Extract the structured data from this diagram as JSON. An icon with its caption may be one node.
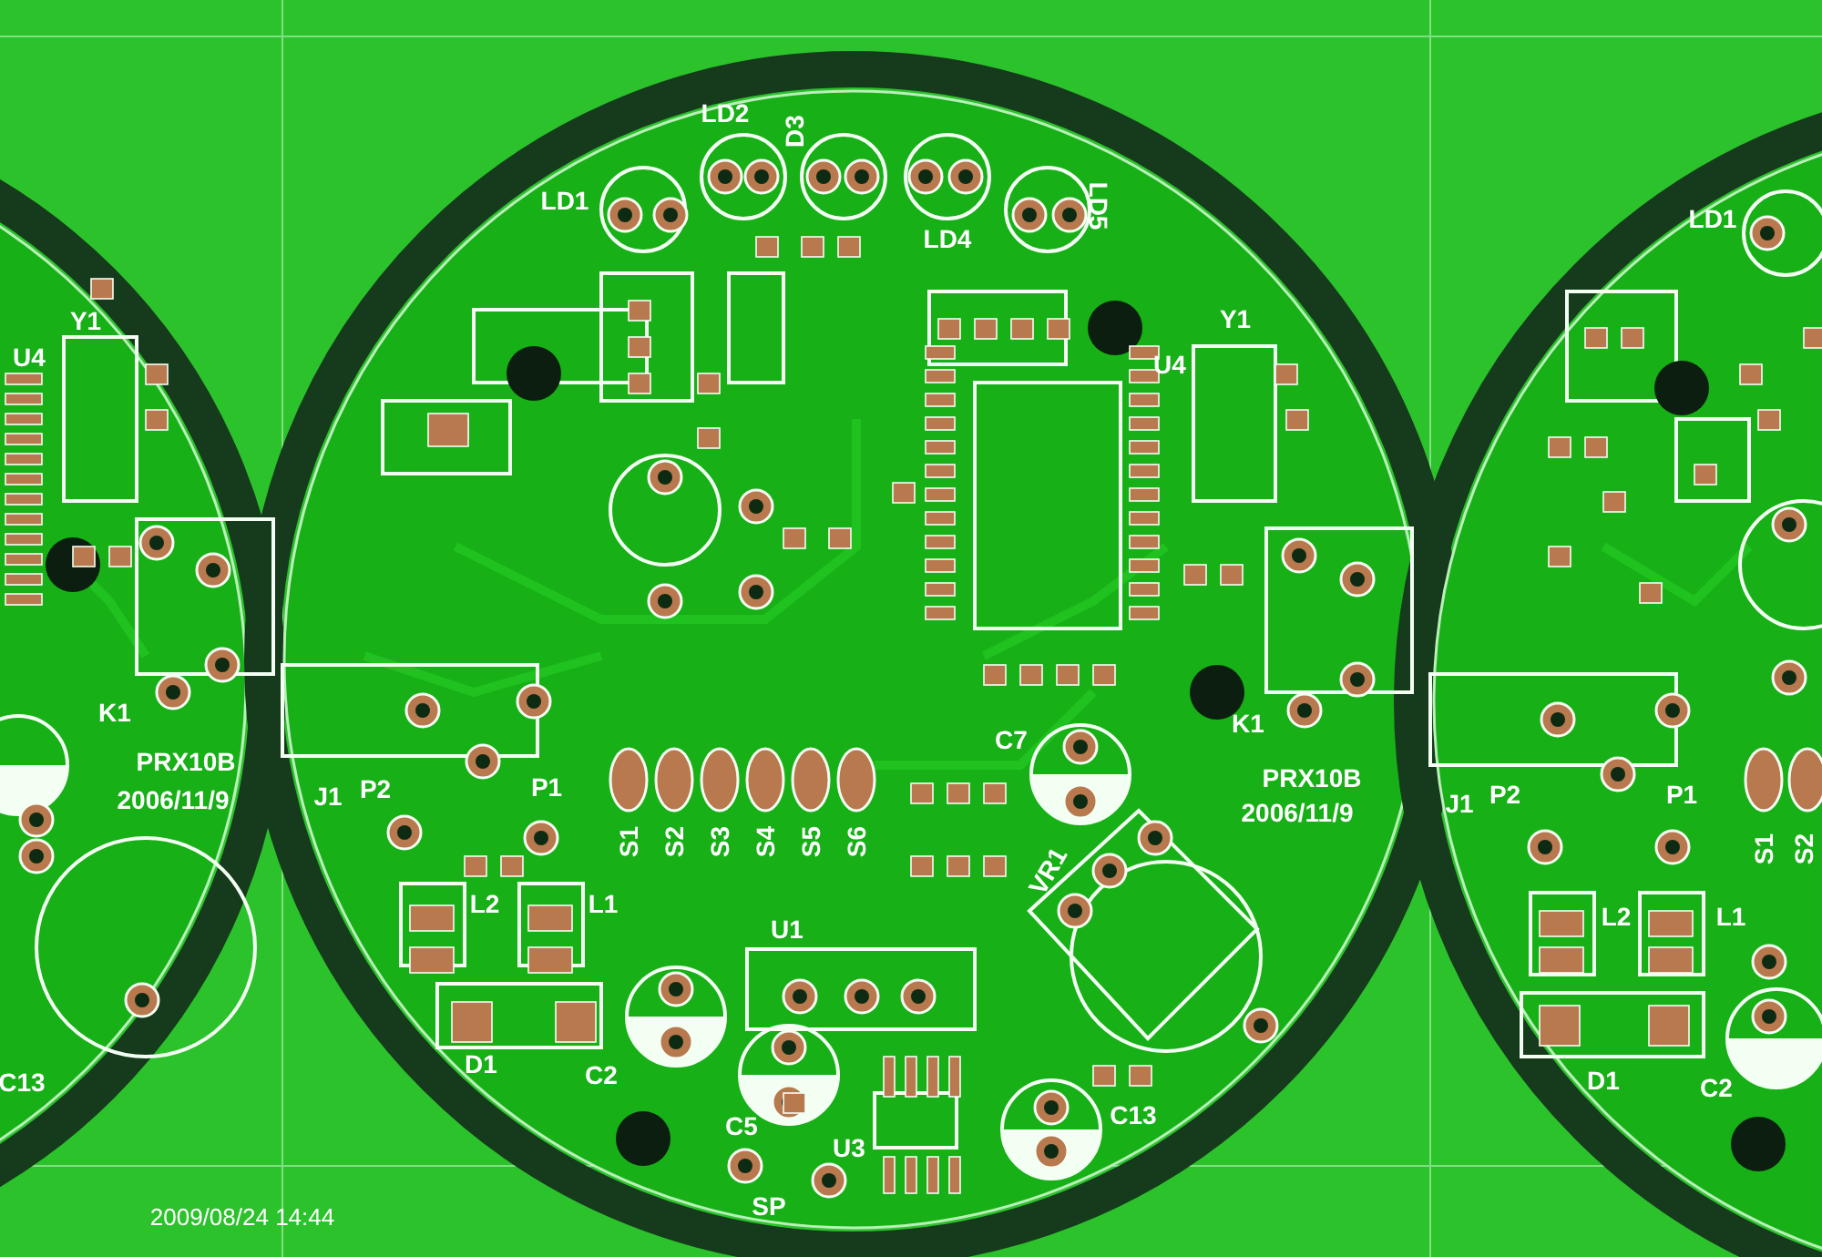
{
  "diagram": {
    "labels": [
      "LD1",
      "LD2",
      "D3",
      "LD4",
      "LD5",
      "LD1",
      "Y1",
      "Y1",
      "U4",
      "U4",
      "K1",
      "PRX10B",
      "2006/11/9",
      "K1",
      "PRX10B",
      "2006/11/9",
      "J1",
      "P2",
      "P1",
      "J1",
      "P2",
      "P1",
      "S1",
      "S2",
      "S3",
      "S4",
      "S5",
      "S6",
      "S1",
      "S2",
      "C7",
      "VR1",
      "L2",
      "L1",
      "L2",
      "L1",
      "U1",
      "C13",
      "D1",
      "C2",
      "D1",
      "C2",
      "C13",
      "C5",
      "U3",
      "SP",
      "2009/08/24 14:44"
    ]
  }
}
